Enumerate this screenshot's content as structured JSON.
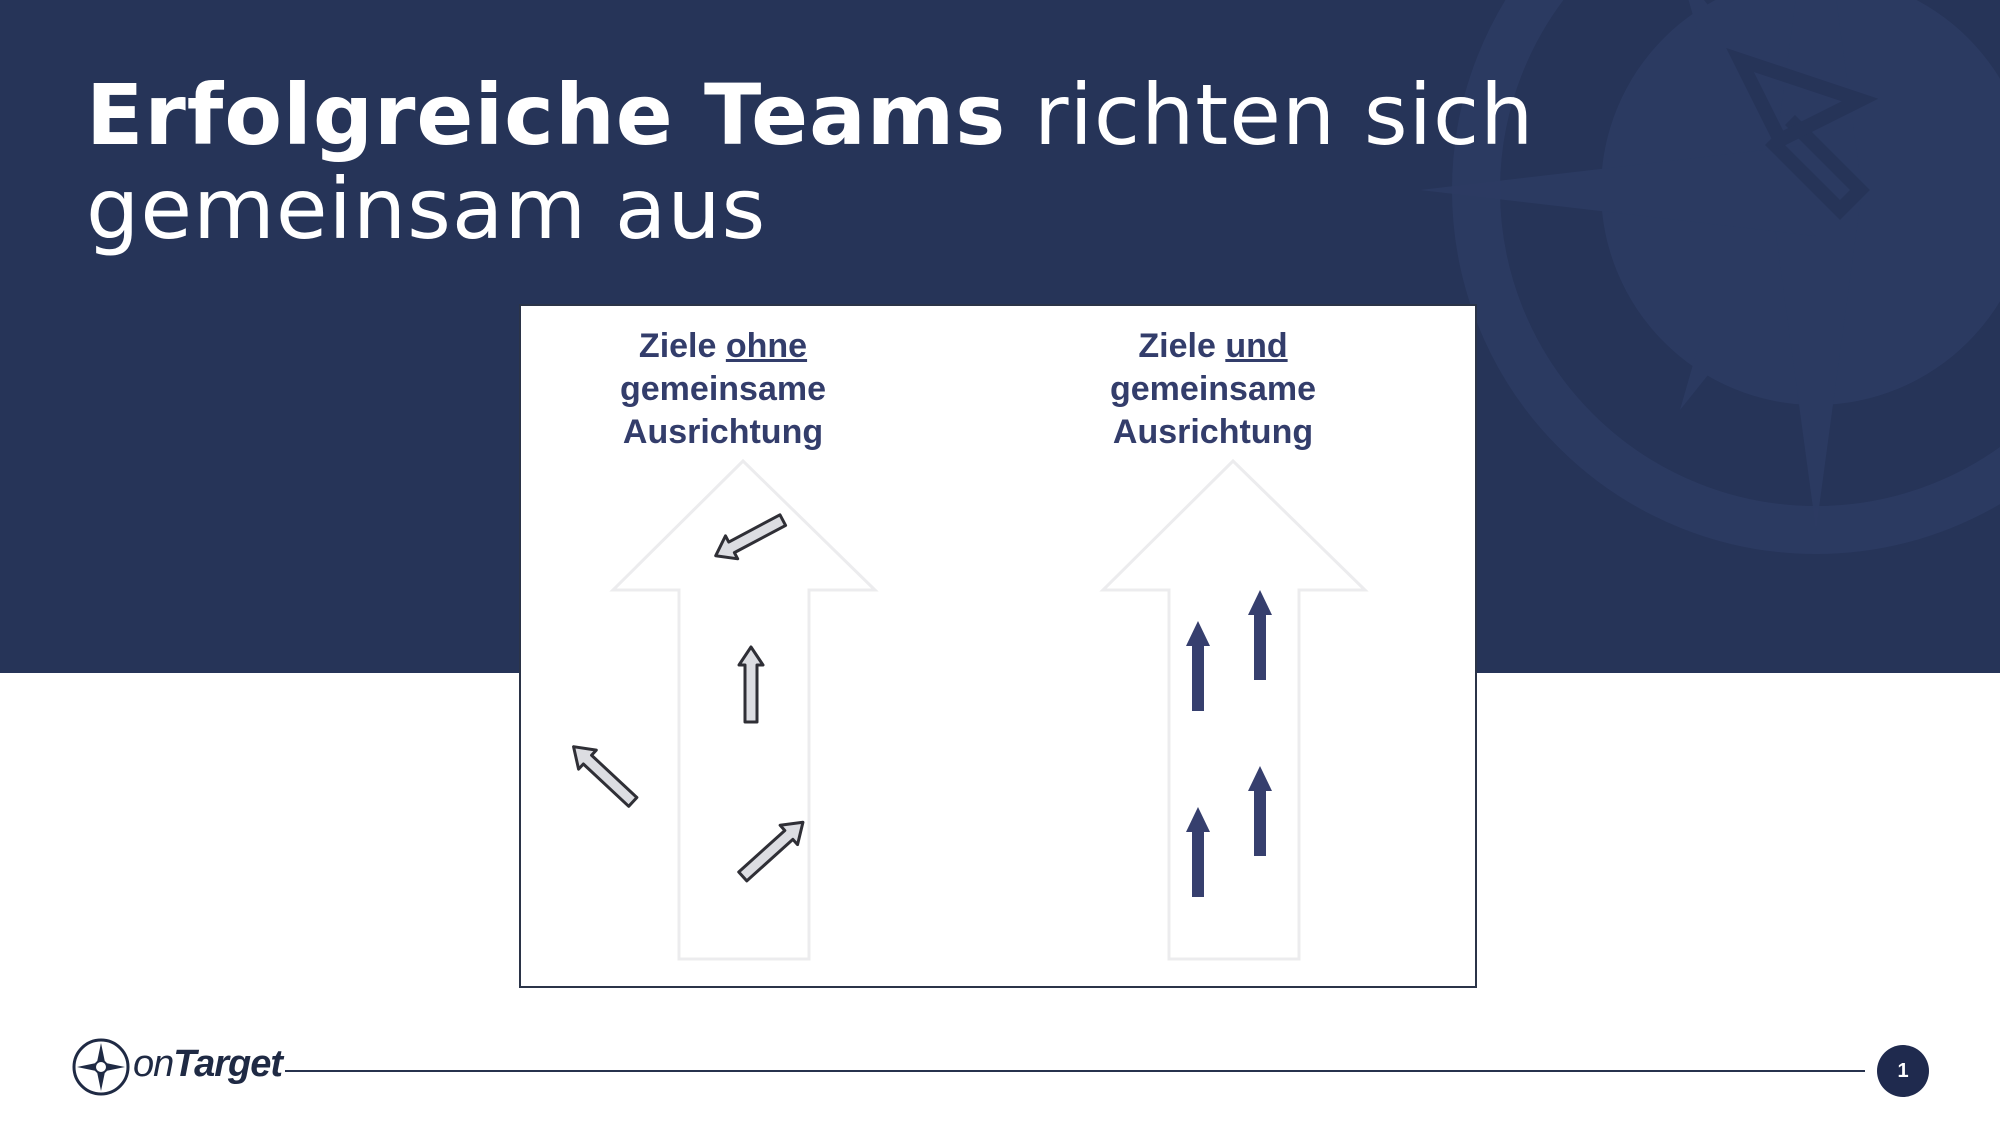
{
  "slide": {
    "title_bold": "Erfolgreiche Teams",
    "title_regular": " richten sich gemeinsam aus",
    "page_number": "1"
  },
  "diagram": {
    "left": {
      "line1_prefix": "Ziele ",
      "line1_underlined": "ohne",
      "line2": "gemeinsame",
      "line3": "Ausrichtung"
    },
    "right": {
      "line1_prefix": "Ziele ",
      "line1_underlined": "und",
      "line2": "gemeinsame",
      "line3": "Ausrichtung"
    }
  },
  "logo": {
    "text_on": "on",
    "text_target": "Target",
    "icon": "compass-icon"
  },
  "colors": {
    "band": "#263458",
    "arrow_aligned": "#363f6e",
    "arrow_misaligned_fill": "#dcdde2",
    "heading": "#333d6b"
  }
}
